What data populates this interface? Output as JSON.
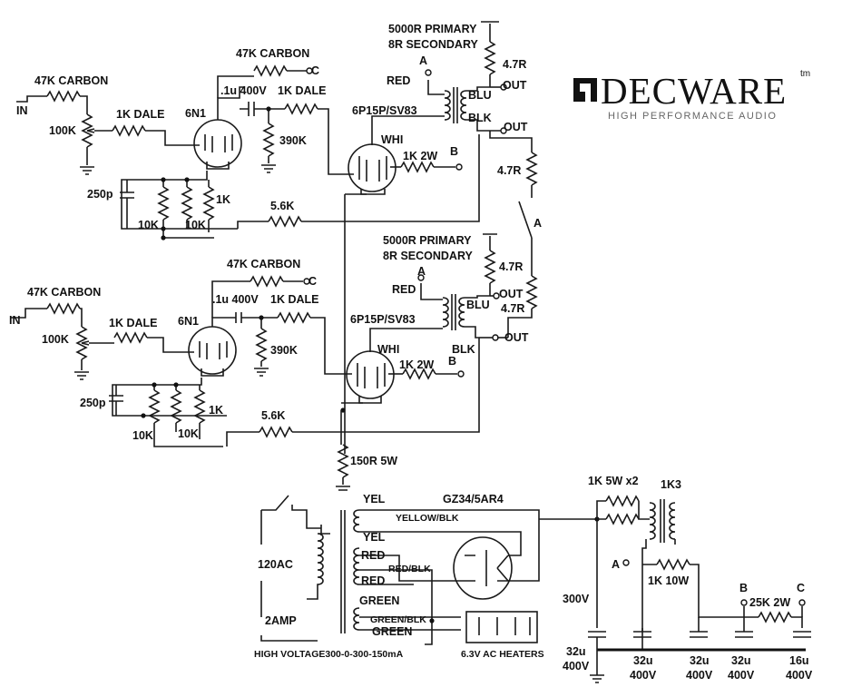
{
  "logo": {
    "name": "DECWARE",
    "tm": "tm",
    "tagline": "HIGH PERFORMANCE AUDIO"
  },
  "ch1": {
    "in": "IN",
    "r_in": "47K CARBON",
    "pot": "100K",
    "r_grid": "1K DALE",
    "tube": "6N1",
    "cap": "250p",
    "r_k1": "10K",
    "r_k2": "10K",
    "r_k3": "1K",
    "r_fb": "5.6K",
    "r_c": "47K CARBON",
    "c_lbl": "C",
    "c_coup": ".1u 400V",
    "r_g2": "1K DALE",
    "r_390": "390K",
    "out_tube": "6P15P/SV83",
    "whi": "WHI",
    "r_screen": "1K 2W",
    "b": "B",
    "xfmr1": "5000R PRIMARY",
    "xfmr2": "8R SECONDARY",
    "a": "A",
    "red": "RED",
    "blu": "BLU",
    "blk": "BLK",
    "out": "OUT",
    "r_47a": "4.7R",
    "out2": "OUT",
    "r_47b": "4.7R",
    "a_sw": "A"
  },
  "ch2": {
    "in": "IN",
    "r_in": "47K CARBON",
    "pot": "100K",
    "r_grid": "1K DALE",
    "tube": "6N1",
    "cap": "250p",
    "r_k1": "10K",
    "r_k2": "10K",
    "r_k3": "1K",
    "r_fb": "5.6K",
    "r_c": "47K CARBON",
    "c_lbl": "C",
    "c_coup": ".1u 400V",
    "r_g2": "1K DALE",
    "r_390": "390K",
    "out_tube": "6P15P/SV83",
    "whi": "WHI",
    "r_screen": "1K 2W",
    "b": "B",
    "xfmr1": "5000R PRIMARY",
    "xfmr2": "8R SECONDARY",
    "a": "A",
    "red": "RED",
    "blu": "BLU",
    "blk": "BLK",
    "out": "OUT",
    "r_47a": "4.7R",
    "out2": "OUT",
    "r_47b": "4.7R"
  },
  "psu": {
    "r_cath": "150R 5W",
    "yel1": "YEL",
    "rect": "GZ34/5AR4",
    "yel_blk": "YELLOW/BLK",
    "yel2": "YEL",
    "red1": "RED",
    "red_blk": "RED/BLK",
    "red2": "RED",
    "green": "GREEN",
    "green_blk": "GREEN/BLK",
    "green2": "GREEN",
    "ac": "120AC",
    "fuse": "2AMP",
    "hv": "HIGH VOLTAGE300-0-300-150mA",
    "heat": "6.3V AC  HEATERS",
    "r_drop": "1K 5W x2",
    "choke": "1K3",
    "a": "A",
    "r_1k": "1K 10W",
    "b": "B",
    "c": "C",
    "r_25k": "25K 2W",
    "v300": "300V",
    "caps": [
      {
        "v": "32u",
        "r": "400V"
      },
      {
        "v": "32u",
        "r": "400V"
      },
      {
        "v": "32u",
        "r": "400V"
      },
      {
        "v": "32u",
        "r": "400V"
      },
      {
        "v": "16u",
        "r": "400V"
      }
    ]
  }
}
